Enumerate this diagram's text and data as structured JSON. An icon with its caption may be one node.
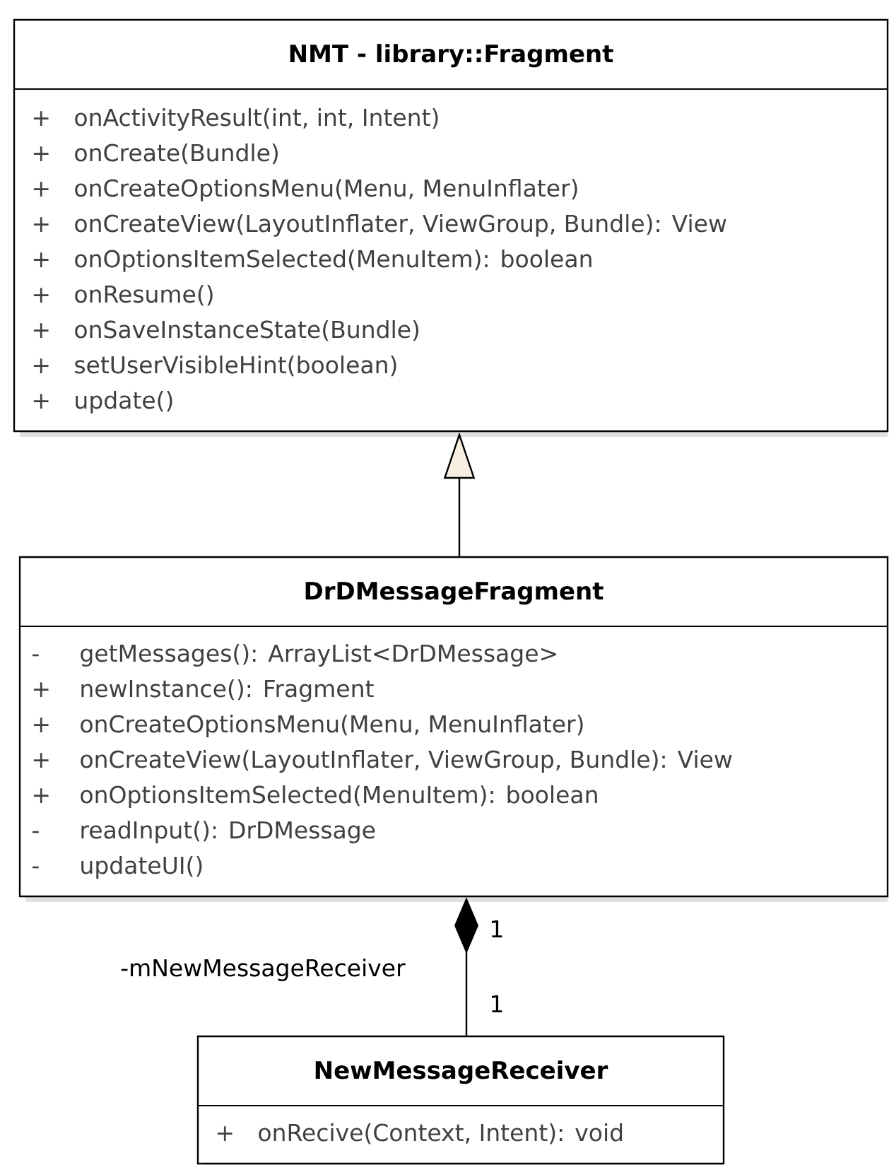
{
  "diagram": {
    "nodes": [
      {
        "text": [
          "NMT - library::Fragment",
          "+",
          "onActivityResult(int, int, Intent)",
          "+",
          "onCreate(Bundle)",
          "+",
          "onCreateOptionsMenu(Menu, MenuInflater)",
          "+",
          "onCreateView(LayoutInflater, ViewGroup, Bundle): View",
          "+",
          "onOptionsItemSelected(MenuItem): boolean",
          "+",
          "onResume()",
          "+",
          "onSaveInstanceState(Bundle)",
          "+",
          "setUserVisibleHint(boolean)",
          "+",
          "update()"
        ]
      },
      {
        "text": [
          "DrDMessageFragment",
          "-",
          "getMessages(): ArrayList<DrDMessage>",
          "+",
          "newInstance(): Fragment",
          "+",
          "onCreateOptionsMenu(Menu, MenuInflater)",
          "+",
          "onCreateView(LayoutInflater, ViewGroup, Bundle): View",
          "+",
          "onOptionsItemSelected(MenuItem): boolean",
          "-",
          "readInput(): DrDMessage",
          "-",
          "updateUI()"
        ]
      },
      {
        "text": [
          "NewMessageReceiver",
          "+",
          "onRecive(Context, Intent): void"
        ]
      }
    ],
    "edges": [
      {
        "from": 1,
        "to": 0,
        "arrow": "to"
      },
      {
        "from": 2,
        "to": 1,
        "arrow": "other",
        "label": "-mNewMessageReceiver"
      }
    ],
    "labels": [
      "1",
      "1"
    ]
  }
}
